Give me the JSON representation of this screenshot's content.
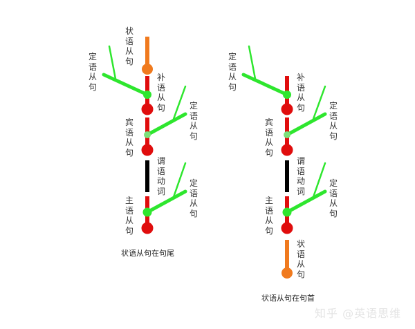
{
  "colors": {
    "adverbial": "#f07a1e",
    "main_clause": "#e00d0d",
    "predicate": "#000000",
    "attributive": "#2ee62e"
  },
  "left_tree": {
    "caption": "状语从句在句尾",
    "labels": {
      "adverbial": "状语从句",
      "attributive_top": "定语从句",
      "complement": "补语从句",
      "object": "宾语从句",
      "attributive_mid": "定语从句",
      "predicate": "谓语动词",
      "subject": "主语从句",
      "attributive_low": "定语从句"
    }
  },
  "right_tree": {
    "caption": "状语从句在句首",
    "labels": {
      "attributive_top": "定语从句",
      "complement": "补语从句",
      "object": "宾语从句",
      "attributive_mid": "定语从句",
      "predicate": "谓语动词",
      "subject": "主语从句",
      "attributive_low": "定语从句",
      "adverbial": "状语从句"
    }
  },
  "watermark": "知乎 @英语思维"
}
